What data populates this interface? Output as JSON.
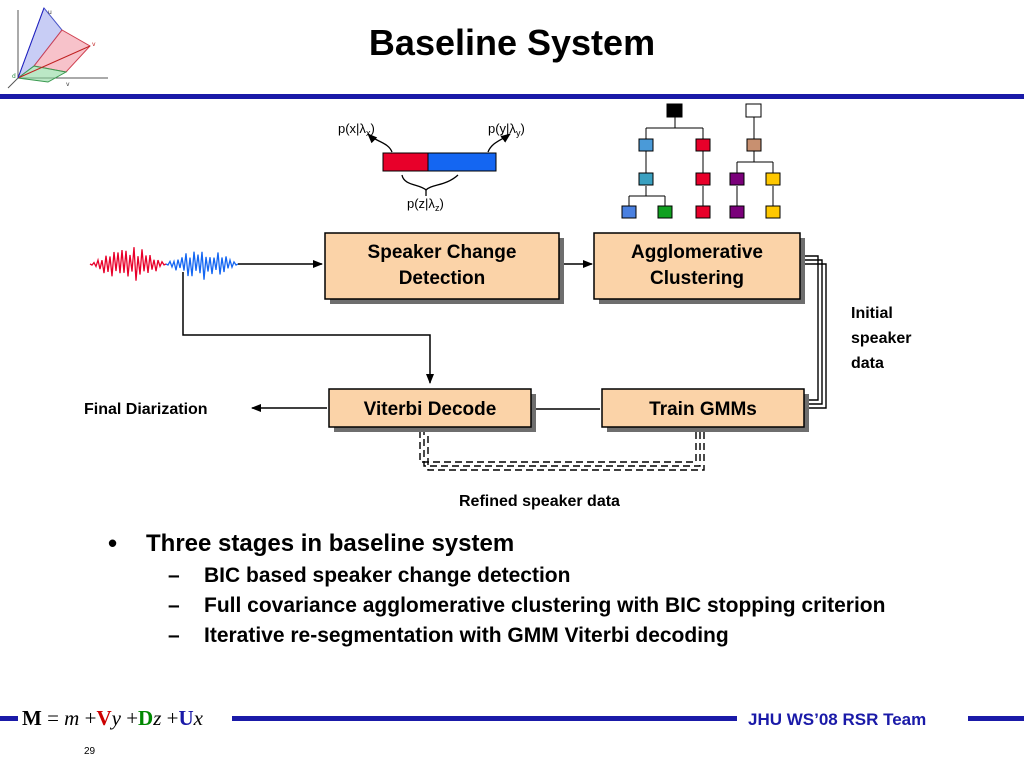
{
  "slide": {
    "title": "Baseline System",
    "diagram": {
      "boxes": {
        "scd": [
          "Speaker Change",
          "Detection"
        ],
        "agg": [
          "Agglomerative",
          "Clustering"
        ],
        "viterbi": "Viterbi Decode",
        "gmm": "Train GMMs"
      },
      "labels": {
        "final": "Final Diarization",
        "initial": [
          "Initial",
          "speaker",
          "data"
        ],
        "refined": "Refined speaker data",
        "px": "p(x|λx)",
        "py": "p(y|λy)",
        "pz": "p(z|λz)"
      },
      "colors": {
        "box_fill": "#fbd3a8",
        "segment_red": "#e8002a",
        "segment_blue": "#1466f2",
        "line_blue": "#1a1aa8"
      }
    },
    "bullets": [
      {
        "text": "Three stages in baseline system",
        "sub": [
          "BIC based speaker change detection",
          "Full covariance agglomerative clustering with BIC stopping criterion",
          "Iterative re-segmentation with GMM Viterbi decoding"
        ]
      }
    ],
    "footer": {
      "team": "JHU WS’08 RSR Team",
      "page": "29",
      "equation": {
        "M": "M",
        "eq": "=",
        "m": "m",
        "plus1": "+",
        "V": "V",
        "y": "y",
        "plus2": "+",
        "D": "D",
        "z": "z",
        "plus3": "+",
        "U": "U",
        "x": "x"
      }
    }
  }
}
